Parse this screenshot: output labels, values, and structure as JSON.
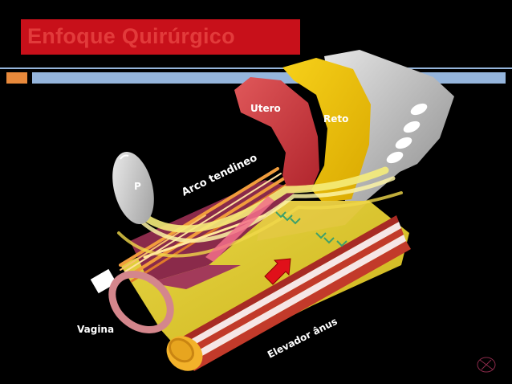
{
  "slide": {
    "title": "Enfoque Quirúrgico"
  },
  "labels": {
    "uterus": "Utero",
    "rectum": "Reto",
    "pubis": "P",
    "arcus": "Arco tendineo",
    "vagina": "Vagina",
    "levator": "Elevador ânus"
  },
  "colors": {
    "background": "#000000",
    "title_box": "#c8101a",
    "title_text": "#e23b3b",
    "accent_orange": "#e8893b",
    "accent_blue": "#95b5dc",
    "uterus": "#c83a3e",
    "rectum": "#eebd12",
    "sacrum": "#bdbdbd",
    "pelvic_floor": "#e8d22a",
    "arrow": "#e0101a"
  }
}
